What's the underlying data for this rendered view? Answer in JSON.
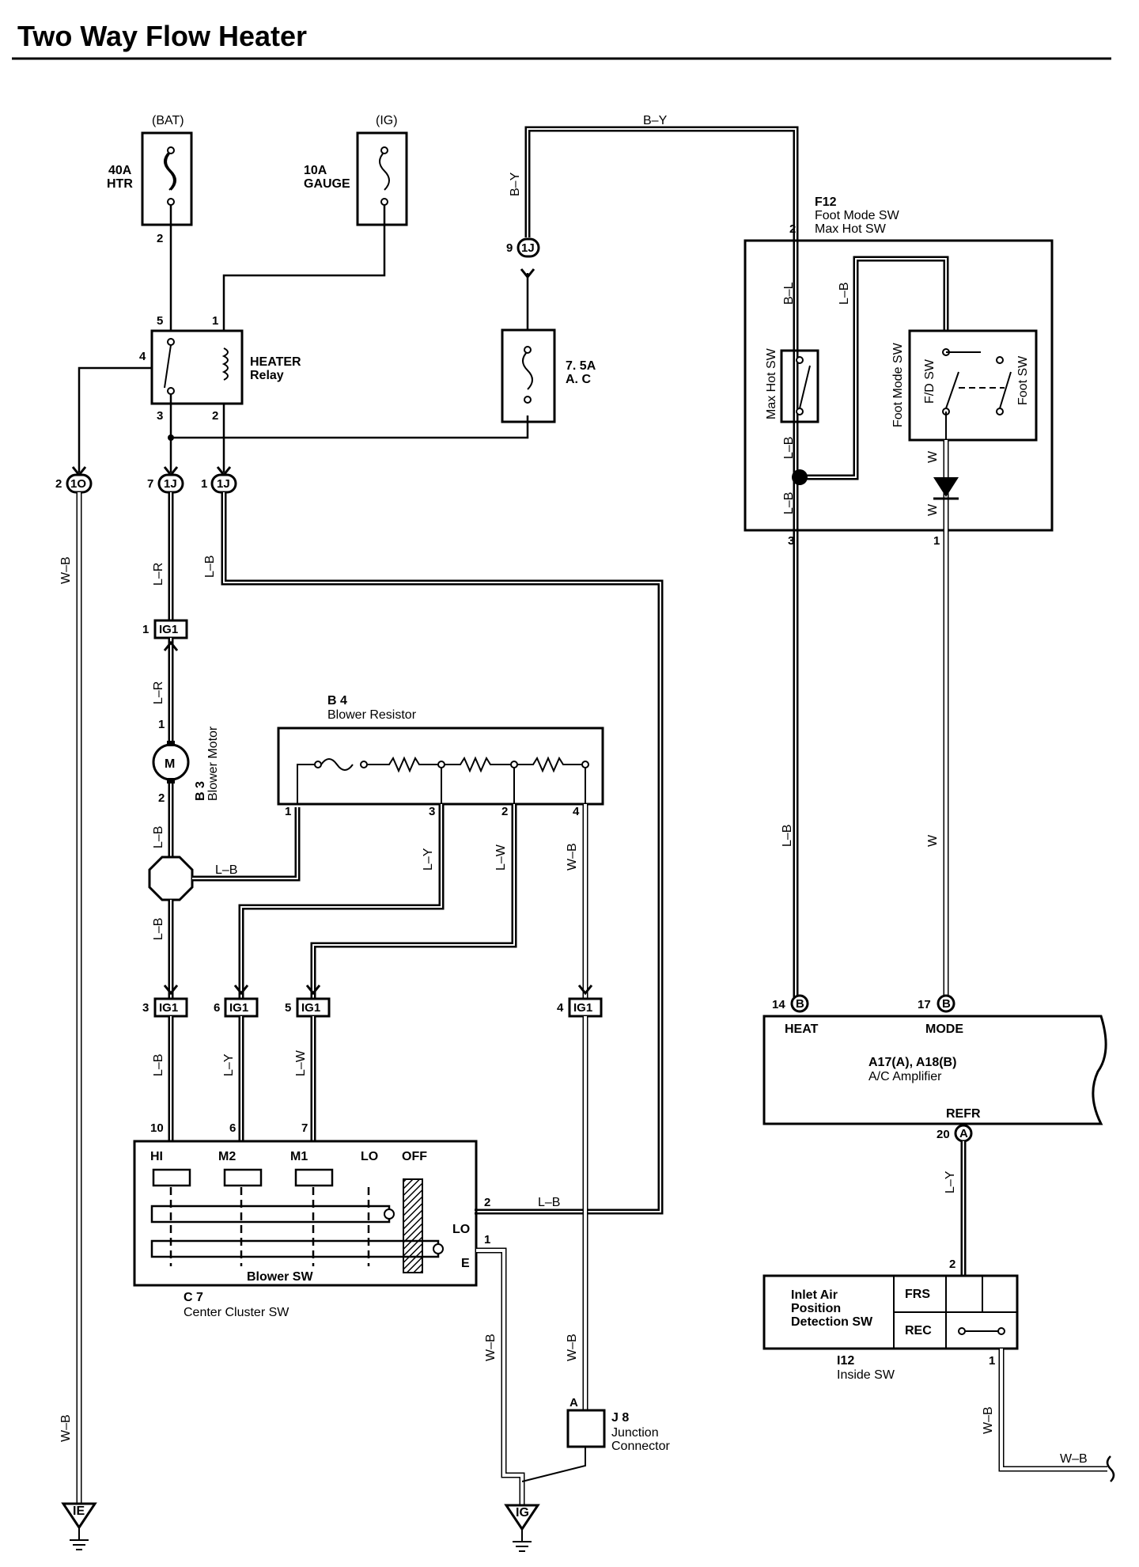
{
  "title": "Two Way Flow Heater",
  "power": {
    "bat": "(BAT)",
    "ig": "(IG)"
  },
  "fuses": {
    "htr_amp": "40A",
    "htr_name": "HTR",
    "gauge_amp": "10A",
    "gauge_name": "GAUGE",
    "ac_amp": "7. 5A",
    "ac_name": "A. C"
  },
  "relay": {
    "name": "HEATER",
    "sub": "Relay",
    "pin5": "5",
    "pin1": "1",
    "pin4": "4",
    "pin3": "3",
    "pin2": "2"
  },
  "connectors": {
    "1O": "1O",
    "1J": "1J",
    "IG1": "IG1",
    "B": "B",
    "A": "A"
  },
  "pins": {
    "htr2": "2",
    "c1o_pin": "2",
    "c1j_a": "7",
    "c1j_b": "1",
    "c1j_top": "9",
    "ig1_1": "1",
    "ig1_3": "3",
    "ig1_6": "6",
    "ig1_5": "5",
    "ig1_4": "4",
    "motor1": "1",
    "motor2": "2",
    "res1": "1",
    "res3": "3",
    "res2": "2",
    "res4": "4",
    "sw10": "10",
    "sw6": "6",
    "sw7": "7",
    "sw2": "2",
    "sw1": "1",
    "f12_2": "2",
    "f12_3": "3",
    "f12_1": "1",
    "amp14": "14",
    "amp17": "17",
    "amp20": "20",
    "i12_2": "2",
    "i12_1": "1",
    "j8_a": "A"
  },
  "wires": {
    "by": "B–Y",
    "wb": "W–B",
    "lr": "L–R",
    "lb": "L–B",
    "ly": "L–Y",
    "lw": "L–W",
    "bl": "B–L",
    "w": "W"
  },
  "components": {
    "blower_motor": {
      "code": "B 3",
      "name": "Blower Motor",
      "symbol": "M"
    },
    "blower_resistor": {
      "code": "B 4",
      "name": "Blower Resistor"
    },
    "center_cluster": {
      "code": "C 7",
      "name": "Center Cluster SW",
      "inner": "Blower SW",
      "hi": "HI",
      "m2": "M2",
      "m1": "M1",
      "lo": "LO",
      "off": "OFF",
      "lo_side": "LO",
      "e": "E"
    },
    "foot_mode": {
      "code": "F12",
      "name1": "Foot Mode SW",
      "name2": "Max Hot SW",
      "max_hot": "Max Hot SW",
      "foot_mode": "Foot Mode SW",
      "fd": "F/D SW",
      "foot": "Foot SW"
    },
    "ac_amp": {
      "code": "A17(A), A18(B)",
      "name": "A/C Amplifier",
      "heat": "HEAT",
      "mode": "MODE",
      "refr": "REFR"
    },
    "inside_sw": {
      "code": "I12",
      "name": "Inside SW",
      "line1": "Inlet Air",
      "line2": "Position",
      "line3": "Detection SW",
      "frs": "FRS",
      "rec": "REC"
    },
    "junction": {
      "code": "J 8",
      "name1": "Junction",
      "name2": "Connector"
    },
    "grounds": {
      "ie": "IE",
      "ig": "IG"
    }
  }
}
